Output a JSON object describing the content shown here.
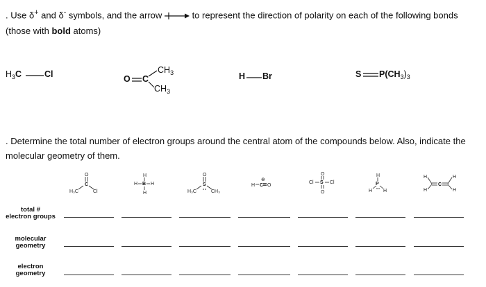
{
  "question1": {
    "prefix": ". Use δ",
    "plus": "+",
    "mid": " and δ",
    "minus": "-",
    "after_symbols": " symbols, and the arrow",
    "after_arrow": "to represent the direction of polarity on each of the following bonds (those with ",
    "bold_word": "bold",
    "end": " atoms)"
  },
  "bonds": {
    "h3c_cl": {
      "left": "H",
      "left_sub": "3",
      "left_c": "C",
      "right": "Cl"
    },
    "acetone": {
      "o": "O",
      "c": "C",
      "ch3_top": "CH",
      "ch3_top_sub": "3",
      "ch3_bot": "CH",
      "ch3_bot_sub": "3"
    },
    "h_br": {
      "left": "H",
      "right": "Br"
    },
    "s_p": {
      "left": "S",
      "right": "P(CH",
      "right_sub": "3",
      "right_end": ")",
      "right_end_sub": "3"
    }
  },
  "question2": {
    "text": ". Determine the total number of electron groups around the central atom of the compounds below. Also, indicate the molecular geometry of them."
  },
  "compounds": {
    "c1": {
      "o": "O",
      "c": "C",
      "h3c": "H₃C",
      "cl": "Cl"
    },
    "c2": {
      "h_top": "H",
      "h_left": "H",
      "b": "B",
      "h_right": "H",
      "h_bot": "H"
    },
    "c3": {
      "o": "O",
      "s": "S",
      "h3c": "H₃C",
      "ch3": "CH₃"
    },
    "c4": {
      "h": "H",
      "c": "C",
      "o": "O",
      "charge": "⊕"
    },
    "c5": {
      "o_top": "O",
      "cl_left": "Cl",
      "s": "S",
      "cl_right": "Cl",
      "o_bot": "O"
    },
    "c6": {
      "h_top": "H",
      "p": "P",
      "h_left": "H",
      "h_right": "H"
    },
    "c7": {
      "h_tl": "H",
      "h_bl": "H",
      "c": "C",
      "h_tr": "H",
      "h_br": "H"
    }
  },
  "rows": {
    "total": [
      "total #",
      "electron groups"
    ],
    "molecular": [
      "molecular",
      "geometry"
    ],
    "electron": [
      "electron",
      "geometry"
    ]
  }
}
